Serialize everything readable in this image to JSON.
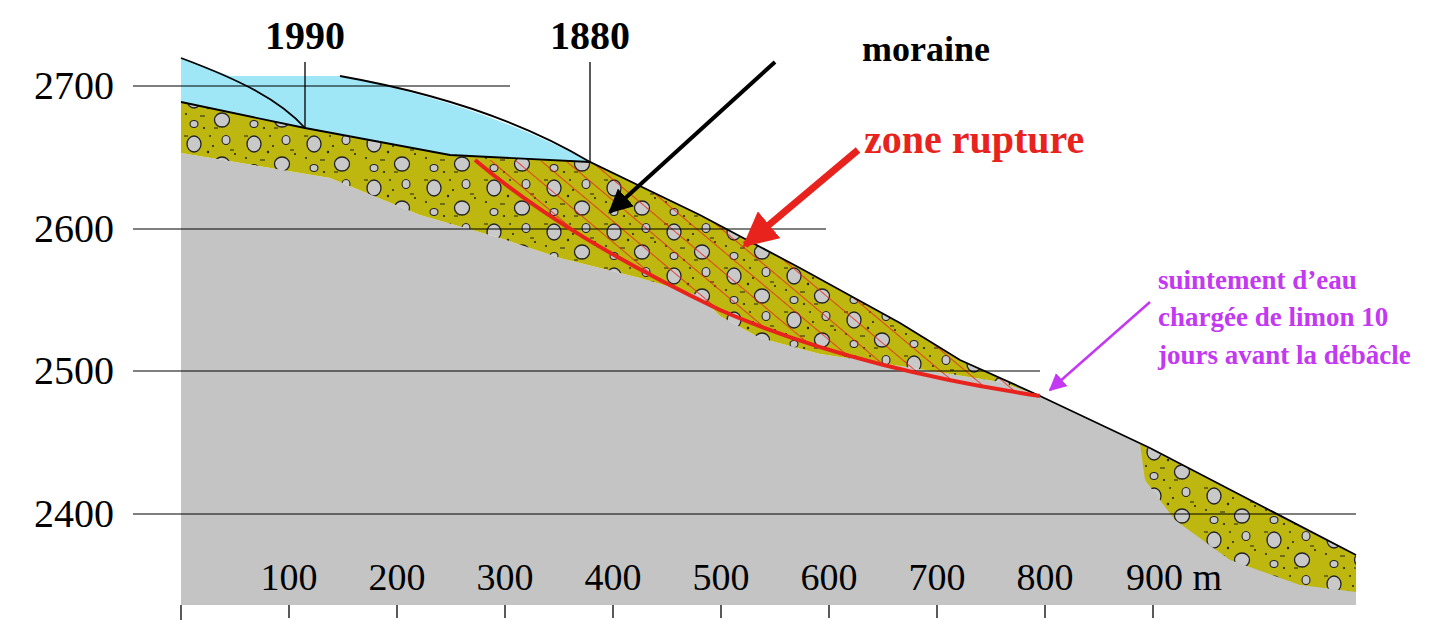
{
  "diagram": {
    "labels": [
      "1990",
      "1880",
      "moraine",
      "2700",
      "zone rupture",
      "2600",
      "suintement d’eau chargée de limon 10 jours avant la débâcle",
      "2500",
      "2400",
      "100",
      "200",
      "300",
      "400",
      "500",
      "600",
      "700",
      "800",
      "900 m"
    ]
  }
}
